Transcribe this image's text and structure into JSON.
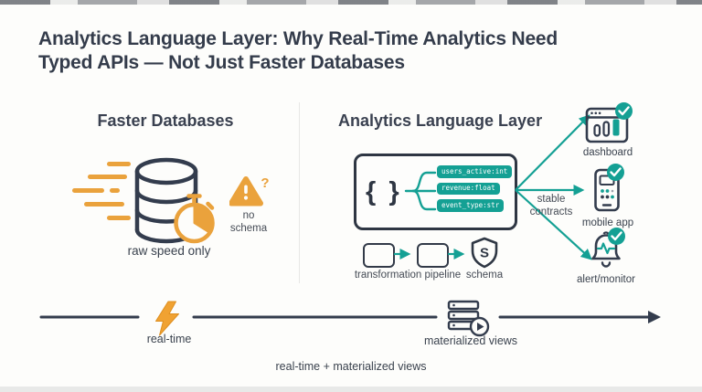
{
  "title": {
    "line1": "Analytics Language Layer: Why Real-Time Analytics Need",
    "line2": "Typed APIs — Not Just Faster Databases"
  },
  "palette": {
    "navy": "#333C4D",
    "amber": "#EAA23C",
    "teal": "#14A094",
    "text_dark": "#3A424E"
  },
  "left_panel": {
    "heading": "Faster Databases",
    "warning_question_mark": "?",
    "no_schema_line1": "no",
    "no_schema_line2": "schema",
    "caption": "raw speed only"
  },
  "right_panel": {
    "heading": "Analytics Language Layer",
    "braces": "{ }",
    "fields": [
      "users_active:int",
      "revenue:float",
      "event_type:str"
    ],
    "stable_line1": "stable",
    "stable_line2": "contracts",
    "pipeline_label": "transformation pipeline",
    "schema_label": "schema",
    "shield_letter": "S",
    "outputs": [
      {
        "label": "dashboard"
      },
      {
        "label": "mobile app"
      },
      {
        "label": "alert/monitor"
      }
    ]
  },
  "timeline": {
    "realtime_label": "real-time",
    "materialized_label": "materialized views",
    "caption": "real-time + materialized views"
  }
}
